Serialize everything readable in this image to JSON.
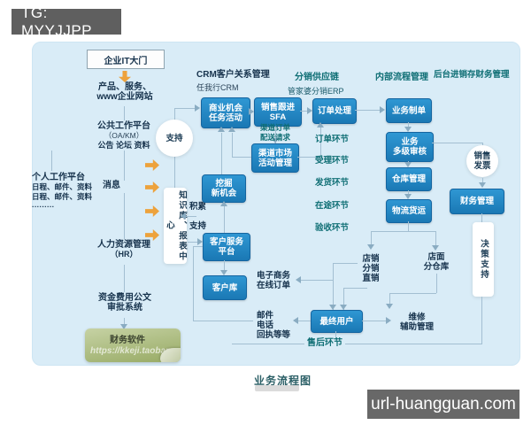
{
  "colors": {
    "accent_blue": "#1f7fbe",
    "orange": "#eda23c",
    "teal": "#0e6e74",
    "panel_bg": "#d9ecf7",
    "badge_bg": "#5f5f5f"
  },
  "badge": {
    "text": "TG: MYYJJPP"
  },
  "watermark": {
    "text": "url-huangguan.com"
  },
  "caption": "业务流程图",
  "headers": {
    "crm": "CRM客户关系管理",
    "crm_sub": "任我行CRM",
    "dist": "分销供应链",
    "dist_sub": "管家婆分销ERP",
    "internal": "内部流程管理",
    "backend": "后台进销存财务管理"
  },
  "left_col": {
    "it_gate": "企业IT大门",
    "website": [
      "产品、服务、",
      "www企业网站"
    ],
    "public": [
      "公共工作平台",
      "（OA/KM）",
      "公告  论坛  资料"
    ],
    "personal": [
      "个人工作平台",
      "日程、邮件、资料",
      "日程、邮件、资料",
      "·········"
    ],
    "message": "消息",
    "hr": [
      "人力资源管理",
      "（HR）"
    ],
    "approval": [
      "资金费用公文",
      "审批系统"
    ],
    "finance_software": "财务软件",
    "finance_watermark": "https://kkeji.taoban"
  },
  "nodes": {
    "biz_opp": [
      "商业机会",
      "任务活动"
    ],
    "sales_follow": [
      "销售跟进",
      "SFA"
    ],
    "order_proc": "订单处理",
    "channel_mkt": [
      "渠道市场",
      "活动管理"
    ],
    "dig_new": [
      "挖掘",
      "新机会"
    ],
    "cust_service": [
      "客户服务",
      "平台"
    ],
    "cust_db": "客户库",
    "biz_doc": "业务制单",
    "audit": [
      "业务",
      "多级审核"
    ],
    "warehouse": "仓库管理",
    "logistics": "物流货运",
    "finance_mgmt": "财务管理",
    "end_user": "最终用户",
    "invoice": [
      "销售",
      "发票"
    ],
    "decision": "决策支持",
    "support_circle": "支持",
    "kb_center": "知识库、报表中心"
  },
  "labels": {
    "channel_order": [
      "渠道订单",
      "配送请求"
    ],
    "phases": [
      "订单环节",
      "受理环节",
      "发货环节",
      "在途环节",
      "验收环节"
    ],
    "accumulate": "积累",
    "support": "支持",
    "channels": [
      "店销",
      "分销",
      "直销"
    ],
    "store": [
      "店面",
      "分仓库"
    ],
    "repair": [
      "维修",
      "辅助管理"
    ],
    "ecommerce": [
      "电子商务",
      "在线订单"
    ],
    "contact": [
      "邮件",
      "电话",
      "回执等等"
    ],
    "aftersales": "售后环节"
  }
}
